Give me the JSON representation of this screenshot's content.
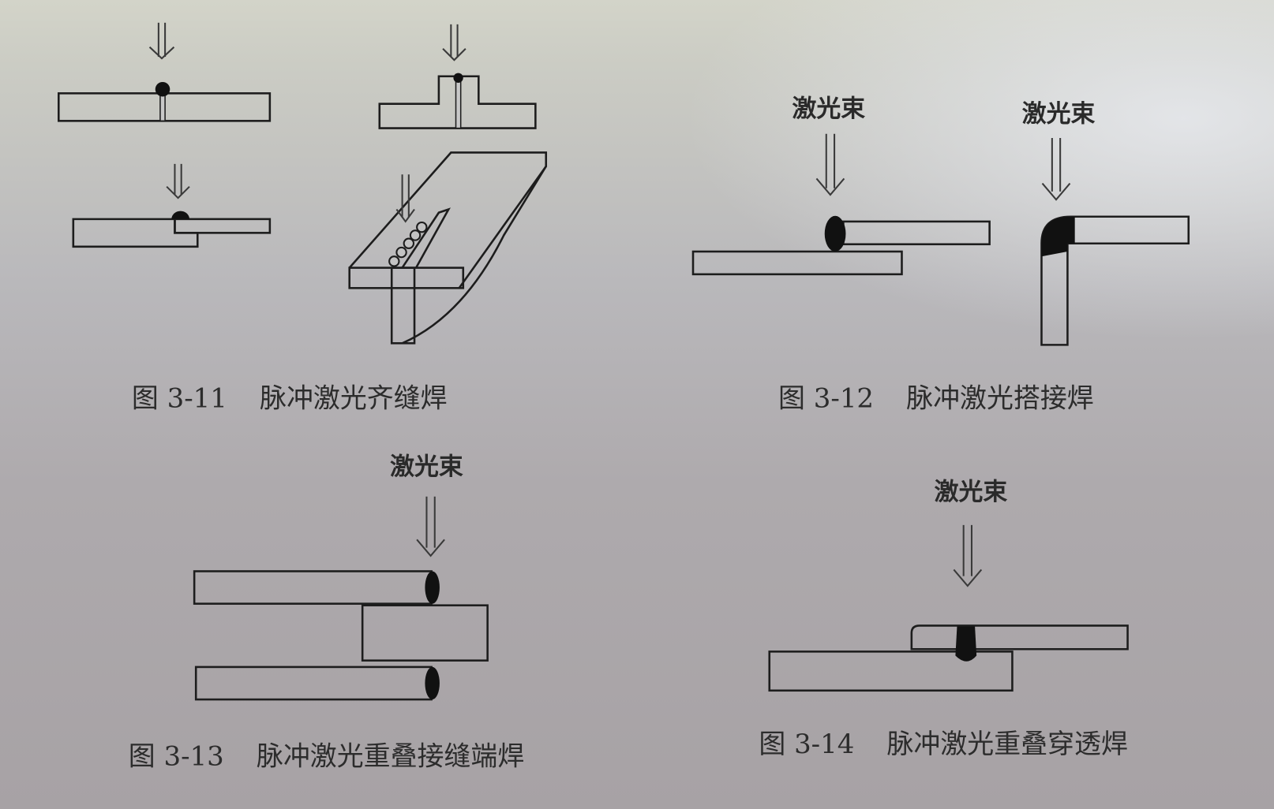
{
  "page": {
    "colors": {
      "ink": "#1d1d1d",
      "paper_top": "#d3d4c9",
      "paper_bottom": "#a7a2a5",
      "weld": "#111111"
    }
  },
  "figures": [
    {
      "id": "fig-3-11",
      "number": "图 3-11",
      "title": "脉冲激光齐缝焊",
      "sub_diagrams": [
        "butt-joint",
        "flange-joint",
        "step-lap-joint",
        "t-joint-perspective"
      ]
    },
    {
      "id": "fig-3-12",
      "number": "图 3-12",
      "title": "脉冲激光搭接焊",
      "beam_labels": [
        "激光束",
        "激光束"
      ],
      "sub_diagrams": [
        "lap-edge-weld",
        "corner-weld"
      ]
    },
    {
      "id": "fig-3-13",
      "number": "图 3-13",
      "title": "脉冲激光重叠接缝端焊",
      "beam_labels": [
        "激光束"
      ],
      "sub_diagrams": [
        "stacked-end-weld"
      ]
    },
    {
      "id": "fig-3-14",
      "number": "图 3-14",
      "title": "脉冲激光重叠穿透焊",
      "beam_labels": [
        "激光束"
      ],
      "sub_diagrams": [
        "lap-penetration-weld"
      ]
    }
  ]
}
